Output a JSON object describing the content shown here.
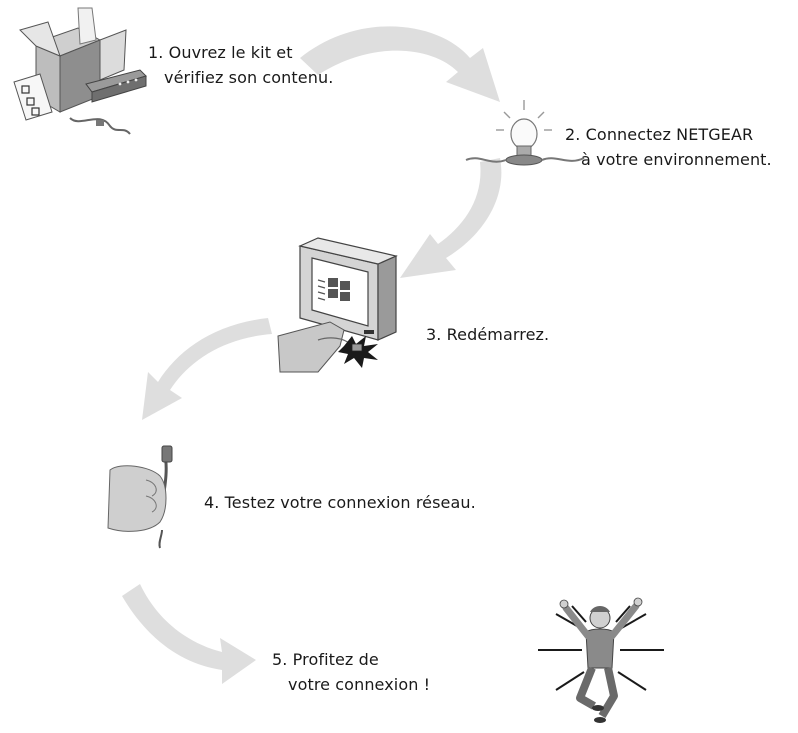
{
  "title": "",
  "steps": [
    {
      "number": "1.",
      "line1": "Ouvrez le kit et",
      "line2": "vérifiez son contenu.",
      "icon": "open-box-icon"
    },
    {
      "number": "2.",
      "line1": "Connectez NETGEAR",
      "line2": "à votre environnement.",
      "icon": "light-bulb-icon"
    },
    {
      "number": "3.",
      "line1": "Redémarrez.",
      "line2": "",
      "icon": "monitor-power-button-icon"
    },
    {
      "number": "4.",
      "line1": "Testez votre connexion réseau.",
      "line2": "",
      "icon": "hand-cable-icon"
    },
    {
      "number": "5.",
      "line1": "Profitez de",
      "line2": "votre connexion !",
      "icon": "jumping-person-icon"
    }
  ],
  "colors": {
    "arrow": "#dedede",
    "illustration_dark": "#6b6b6b",
    "illustration_mid": "#a8a8a8",
    "illustration_light": "#d8d8d8",
    "text": "#1a1a1a"
  }
}
